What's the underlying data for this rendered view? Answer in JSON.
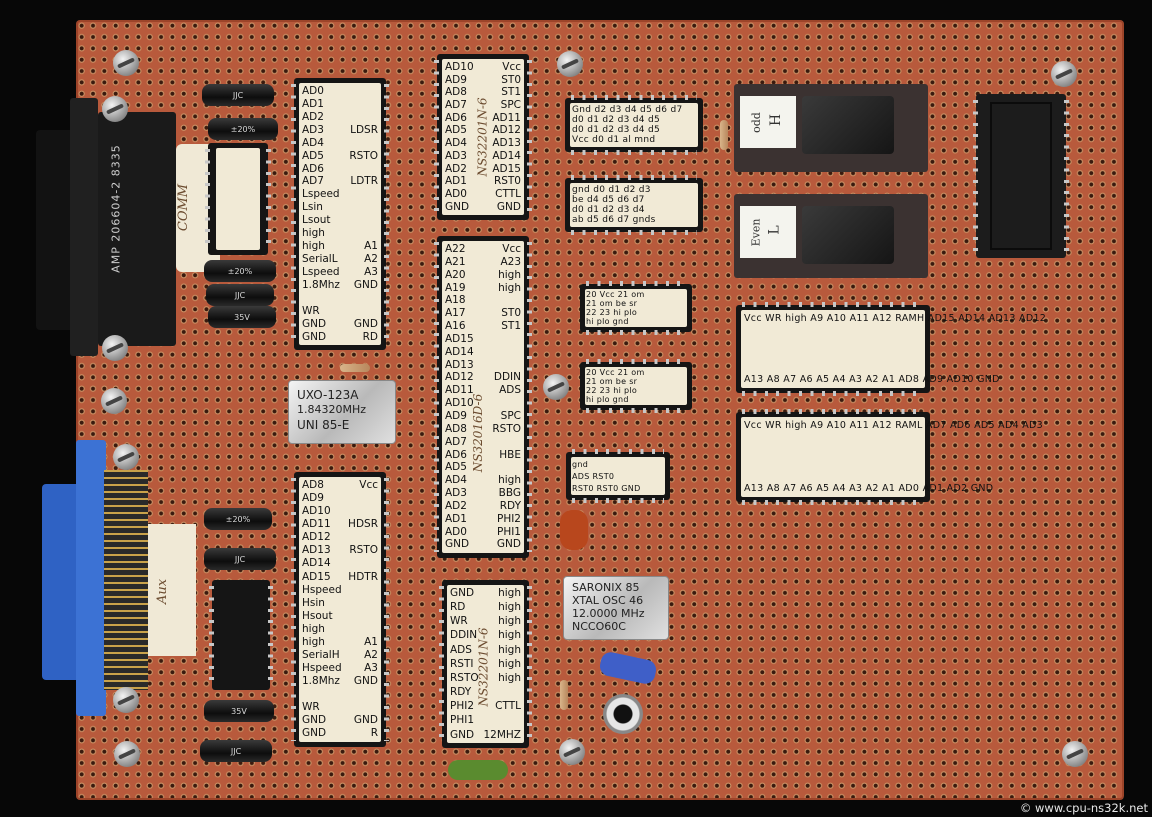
{
  "watermark": "© www.cpu-ns32k.net",
  "amp_connector": {
    "text_vertical": "AMP 206604-2 8335"
  },
  "handwriting": {
    "comm": "COMM",
    "aux": "Aux"
  },
  "chips": {
    "uart1": {
      "left": [
        "AD0",
        "AD1",
        "AD2",
        "AD3",
        "AD4",
        "AD5",
        "AD6",
        "AD7",
        "Lspeed",
        "Lsin",
        "Lsout",
        "high",
        "high",
        "SerialL",
        "Lspeed",
        "1.8Mhz",
        "",
        "WR",
        "GND",
        "GND"
      ],
      "right": [
        "",
        "",
        "",
        "LDSR",
        "",
        "RSTO",
        "",
        "LDTR",
        "",
        "",
        "",
        "",
        "A1",
        "A2",
        "A3",
        "GND",
        "",
        "",
        "GND",
        "RD"
      ]
    },
    "uart2": {
      "left": [
        "AD8",
        "AD9",
        "AD10",
        "AD11",
        "AD12",
        "AD13",
        "AD14",
        "AD15",
        "Hspeed",
        "Hsin",
        "Hsout",
        "high",
        "high",
        "SerialH",
        "Hspeed",
        "1.8Mhz",
        "",
        "WR",
        "GND",
        "GND"
      ],
      "right": [
        "Vcc",
        "",
        "",
        "HDSR",
        "",
        "RSTO",
        "",
        "HDTR",
        "",
        "",
        "",
        "",
        "A1",
        "A2",
        "A3",
        "GND",
        "",
        "",
        "GND",
        "R"
      ]
    },
    "timing": {
      "left": [
        "AD10",
        "AD9",
        "AD8",
        "AD7",
        "AD6",
        "AD5",
        "AD4",
        "AD3",
        "AD2",
        "AD1",
        "AD0",
        "GND"
      ],
      "right": [
        "Vcc",
        "ST0",
        "ST1",
        "SPC",
        "AD11",
        "AD12",
        "AD13",
        "AD14",
        "AD15",
        "RST0",
        "CTTL",
        "GND"
      ],
      "handwritten": "NS32201N-6"
    },
    "cpu": {
      "left": [
        "A22",
        "A21",
        "A20",
        "A19",
        "A18",
        "A17",
        "A16",
        "AD15",
        "AD14",
        "AD13",
        "AD12",
        "AD11",
        "AD10",
        "AD9",
        "AD8",
        "AD7",
        "AD6",
        "AD5",
        "AD4",
        "AD3",
        "AD2",
        "AD1",
        "AD0",
        "GND"
      ],
      "right": [
        "Vcc",
        "A23",
        "high",
        "high",
        "",
        "ST0",
        "ST1",
        "",
        "",
        "",
        "DDIN",
        "ADS",
        "",
        "SPC",
        "RSTO",
        "",
        "HBE",
        "",
        "high",
        "BBG",
        "RDY",
        "PHI2",
        "PHI1",
        "GND"
      ],
      "handwritten": "NS32016D-6"
    },
    "tcu": {
      "left": [
        "GND",
        "RD",
        "WR",
        "DDIN",
        "ADS",
        "RSTI",
        "RSTO",
        "RDY",
        "PHI2",
        "PHI1",
        "GND"
      ],
      "right": [
        "high",
        "high",
        "high",
        "high",
        "high",
        "high",
        "high",
        "",
        "CTTL",
        "",
        "12MHZ"
      ],
      "handwritten": "NS32201N-6"
    },
    "latch1": {
      "rows": [
        "Gnd d2 d3 d4 d5 d6 d7",
        "d0 d1 d2 d3 d4 d5",
        "d0 d1 d2 d3 d4 d5",
        "Vcc d0 d1 al mnd"
      ]
    },
    "latch2": {
      "rows": [
        "gnd d0 d1 d2 d3",
        "be d4 d5 d6 d7",
        "d0 d1 d2 d3 d4",
        "ab d5 d6 d7 gnds"
      ]
    },
    "gal1": {
      "rows": [
        "20 Vcc 21 om",
        "21 om be sr",
        "22 23 hi plo",
        "hi plo gnd"
      ]
    },
    "gal2": {
      "rows": [
        "20 Vcc 21 om",
        "21 om be sr",
        "22 23 hi plo",
        "hi plo gnd"
      ]
    },
    "small": {
      "rows": [
        "gnd",
        "ADS RST0",
        "RST0 RST0 GND"
      ]
    },
    "ram1": {
      "rows": [
        "Vcc WR high A9 A10 A11 A12 RAMH AD15 AD14 AD13 AD12",
        "A13 A8 A7 A6 A5 A4 A3 A2 A1 AD8 AD9 AD10 GND"
      ]
    },
    "ram2": {
      "rows": [
        "Vcc WR high A9 A10 A11 A12 RAML AD7 AD6 AD5 AD4 AD3",
        "A13 A8 A7 A6 A5 A4 A3 A2 A1 AD0 AD1 AD2 GND"
      ]
    }
  },
  "eproms": [
    {
      "tag_a": "odd",
      "tag_b": "H"
    },
    {
      "tag_a": "Even",
      "tag_b": "L"
    }
  ],
  "crystals": {
    "uart": [
      "UXO-123A",
      "1.84320MHz",
      "UNI  85-E"
    ],
    "cpu": [
      "SARONIX  85",
      "XTAL OSC 46",
      "12.0000 MHz",
      "NCCO60C"
    ]
  },
  "capacitors": [
    "JJC",
    "±20%",
    "JJC",
    "35V",
    "±20%",
    "JJC",
    "±20%",
    "JJC",
    "35V",
    "JJC"
  ],
  "colors": {
    "board": "#b85a3c",
    "label": "#f1ead6",
    "chip": "#151515",
    "connector_blue": "#2f62c4"
  }
}
